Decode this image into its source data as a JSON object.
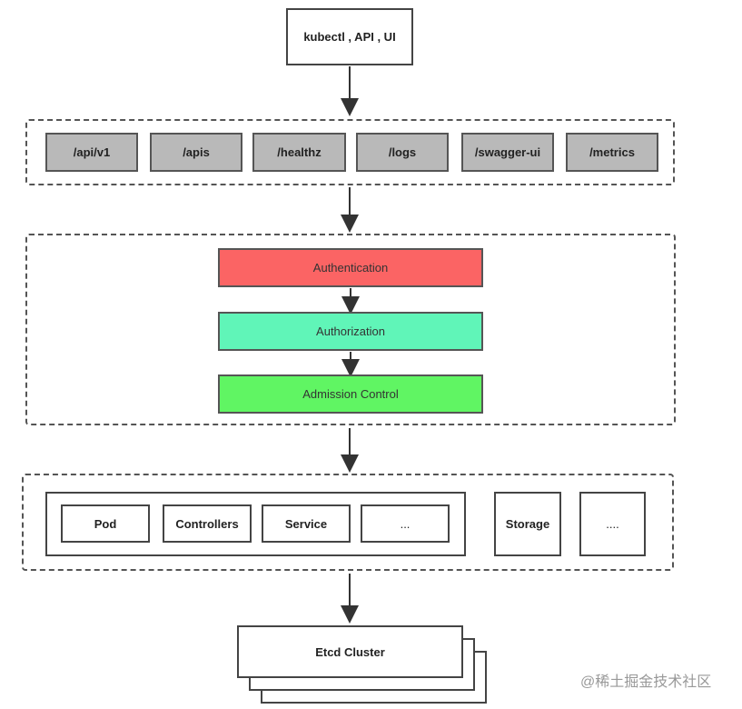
{
  "client": {
    "label": "kubectl , API , UI"
  },
  "api_paths": [
    "/api/v1",
    "/apis",
    "/healthz",
    "/logs",
    "/swagger-ui",
    "/metrics"
  ],
  "auth_steps": [
    {
      "label": "Authentication",
      "color": "#fb6464"
    },
    {
      "label": "Authorization",
      "color": "#60f5b8"
    },
    {
      "label": "Admission Control",
      "color": "#60f563"
    }
  ],
  "resources": {
    "items": [
      "Pod",
      "Controllers",
      "Service",
      "..."
    ],
    "storage": "Storage",
    "extra": "...."
  },
  "etcd": {
    "label": "Etcd Cluster"
  },
  "watermark": "@稀土掘金技术社区",
  "colors": {
    "api_item_fill": "#b9b9b9",
    "border": "#444444"
  }
}
